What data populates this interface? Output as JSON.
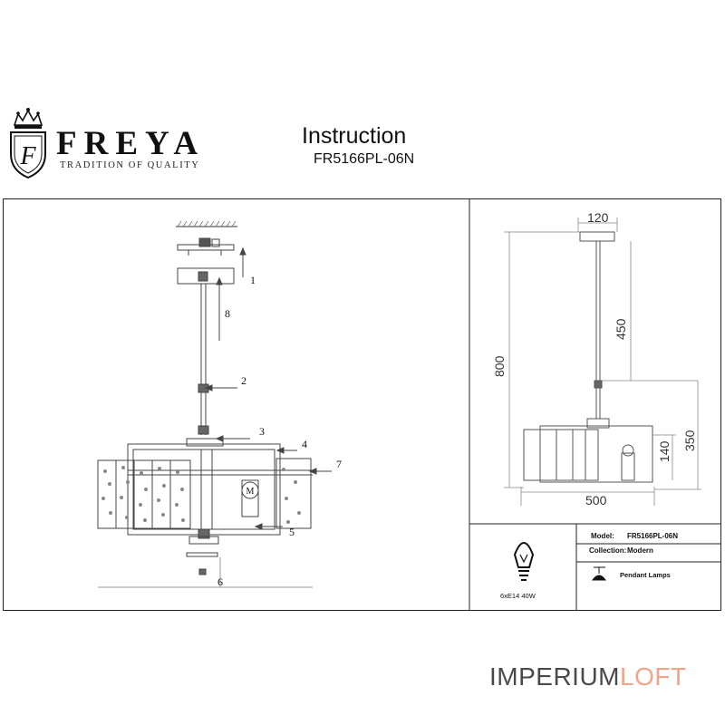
{
  "header": {
    "brand_name": "FREYA",
    "brand_tagline": "TRADITION OF QUALITY",
    "logo_letter": "F",
    "doc_title": "Instruction",
    "product_code": "FR5166PL-06N"
  },
  "exploded_view": {
    "callouts": [
      "1",
      "2",
      "3",
      "4",
      "5",
      "6",
      "7",
      "8"
    ]
  },
  "dimension_view": {
    "dims": {
      "width_top": "120",
      "height_rod": "450",
      "height_total": "800",
      "height_body": "350",
      "height_inner": "140",
      "width_body": "500"
    }
  },
  "spec_table": {
    "bulb_label": "6xE14 40W",
    "model_label": "Model:",
    "model_value": "FR5166PL-06N",
    "collection_label": "Collection:",
    "collection_value": "Modern",
    "type_label": "Pendant Lamps"
  },
  "footer": {
    "watermark_part1": "IMPERIUM",
    "watermark_part2": "LOFT"
  },
  "colors": {
    "line": "#333333",
    "footer_gray": "#4a4a4a",
    "footer_accent": "#f2a488"
  },
  "icons": [
    "crown-crest-logo-icon",
    "light-bulb-icon",
    "pendant-lamp-icon"
  ]
}
